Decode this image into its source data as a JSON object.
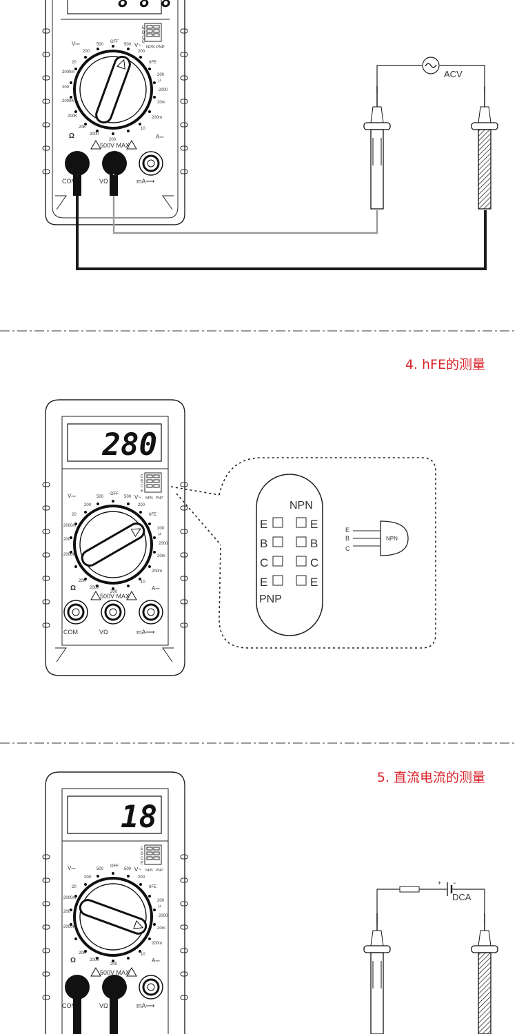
{
  "sections": [
    {
      "id": "acv",
      "source_label": "ACV"
    },
    {
      "id": "hfe",
      "title": "4. hFE的测量",
      "display": "280",
      "socket_npn_label": "NPN",
      "socket_pnp_label": "PNP",
      "socket_left_pins": [
        "E",
        "B",
        "C",
        "E"
      ],
      "socket_right_pins": [
        "E",
        "B",
        "C",
        "E"
      ],
      "transistor_pins": [
        "E",
        "B",
        "C"
      ],
      "transistor_label": "NPN"
    },
    {
      "id": "dca",
      "title": "5. 直流电流的测量",
      "display": "18",
      "source_label": "DCA",
      "battery_plus": "+",
      "battery_minus": "−"
    }
  ],
  "meter": {
    "range_labels": [
      "V⎓",
      "500",
      "OFF",
      "500",
      "V~",
      "200",
      "hFE",
      "200",
      "μ",
      "2000",
      "20m",
      "200m",
      "10",
      "A⎓",
      "200",
      "2000",
      "20K",
      "200K",
      "2000K",
      "200",
      "2000m",
      "20",
      "200"
    ],
    "warning": "500V MAX",
    "jacks": [
      "COM",
      "VΩ",
      "mA⟶"
    ],
    "ohm_symbol": "Ω",
    "tr_mini_left": [
      "E",
      "B",
      "C",
      "E"
    ],
    "tr_mini_bottom": [
      "NPN",
      "PNP"
    ]
  },
  "colors": {
    "title_red": "#d8232a",
    "line": "#1a1a1a",
    "lead_gray": "#9a9a9a"
  }
}
